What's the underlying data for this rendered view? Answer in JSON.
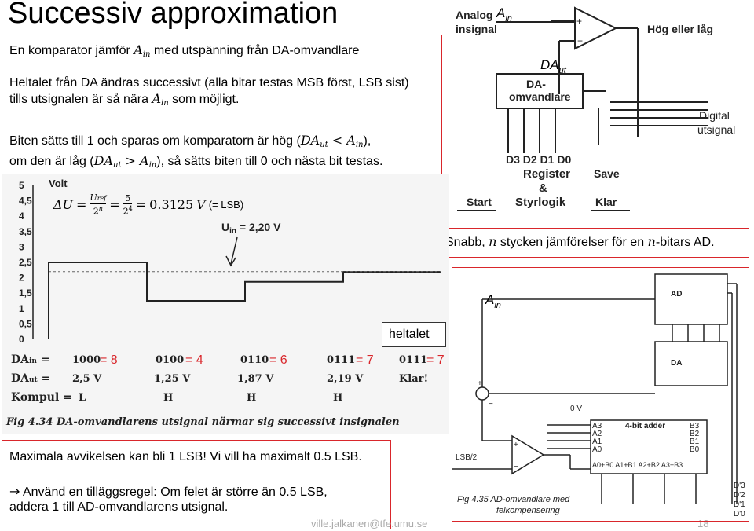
{
  "slide": {
    "title": "Successiv approximation",
    "intro_box": {
      "line1_pre": "En komparator jämför ",
      "line1_sym": "A",
      "line1_sub": "in",
      "line1_post": " med utspänning från DA-omvandlare",
      "para2_a": "Heltalet från DA ändras successivt (alla bitar testas MSB först, LSB sist)",
      "para2_b_pre": "tills utsignalen är så nära ",
      "para2_b_sym": "A",
      "para2_b_sub": "in",
      "para2_b_post": " som möjligt.",
      "para3_a_pre": "Biten sätts till 1 och sparas om komparatorn är hög (",
      "para3_a_sym1": "DA",
      "para3_a_sub1": "ut",
      "para3_a_op": " < ",
      "para3_a_sym2": "A",
      "para3_a_sub2": "in",
      "para3_a_post": "),",
      "para3_b_pre": "om den är låg (",
      "para3_b_sym1": "DA",
      "para3_b_sub1": "ut",
      "para3_b_op": " > ",
      "para3_b_sym2": "A",
      "para3_b_sub2": "in",
      "para3_b_post": "), så sätts biten till 0 och nästa bit testas."
    },
    "delta_formula": {
      "lhs": "ΔU",
      "eq1": "=",
      "num1": "U",
      "num1_sub": "ref",
      "den1": "2",
      "den1_sup": "n",
      "eq2": "=",
      "num2": "5",
      "den2": "2",
      "den2_sup": "4",
      "eq3": "=",
      "value": "0.3125",
      "unit": "V",
      "note": "(= LSB)"
    },
    "sar_diagram": {
      "analog_label_1": "Analog",
      "analog_label_2": "insignal",
      "ain_sym": "A",
      "ain_sub": "in",
      "high_low": "Hög eller låg",
      "daut_sym": "DA",
      "daut_sub": "ut",
      "dac_label_1": "DA-",
      "dac_label_2": "omvandlare",
      "digital_1": "Digital",
      "digital_2": "utsignal",
      "bits": "D3 D2 D1 D0",
      "register_1": "Register",
      "register_2": "&",
      "register_3": "Styrlogik",
      "save": "Save",
      "start": "Start",
      "klar": "Klar",
      "plus": "+",
      "minus": "−"
    },
    "snabb_box": {
      "pre": "Snabb, ",
      "n1": "n",
      "mid": " stycken jämförelser för en ",
      "n2": "n",
      "post": "-bitars AD."
    },
    "graph": {
      "volt_label": "Volt",
      "y_ticks": [
        "5",
        "4,5",
        "4",
        "3,5",
        "3",
        "2,5",
        "2",
        "1,5",
        "1",
        "0,5",
        "0"
      ],
      "uin_label": "U",
      "uin_sub": "in",
      "uin_value": " = 2,20 V",
      "row_labels": [
        "DA",
        "DA",
        "Kompul"
      ],
      "row_label_subs": [
        "in",
        "ut",
        ""
      ],
      "codes": [
        "1000",
        "0100",
        "0110",
        "0111",
        "0111"
      ],
      "voltages": [
        "2,5 V",
        "1,25 V",
        "1,87 V",
        "2,19 V",
        "Klar!"
      ],
      "kompout": [
        "L",
        "H",
        "H",
        "H"
      ],
      "eq_labels": [
        "= 8",
        "= 4",
        "= 6",
        "= 7",
        "= 7"
      ],
      "heltalet": "heltalet",
      "caption": "Fig 4.34  DA-omvandlarens utsignal närmar sig successivt insignalen",
      "chart_data": {
        "type": "line",
        "title": "",
        "xlabel": "",
        "ylabel": "Volt",
        "ylim": [
          0,
          5
        ],
        "x": [
          1,
          2,
          3,
          4
        ],
        "series": [
          {
            "values": [
              2.5,
              1.25,
              1.87,
              2.19
            ]
          },
          {
            "values": [
              2.2,
              2.2,
              2.2,
              2.2
            ]
          }
        ]
      }
    },
    "lower_box": {
      "line1": "Maximala avvikelsen kan bli 1 LSB! Vi vill ha maximalt 0.5 LSB.",
      "arrow": "→",
      "line2": " Använd en tilläggsregel: Om felet är större än 0.5 LSB,",
      "line3": "addera 1 till AD-omvandlarens utsignal."
    },
    "footer_email": "ville.jalkanen@tfe.umu.se",
    "page_number": "18",
    "adder_diagram": {
      "ain_sym": "A",
      "ain_sub": "in",
      "ad_label": "AD",
      "da_label": "DA",
      "zero_v": "0 V",
      "adder_title": "4-bit adder",
      "a_inputs": [
        "A3",
        "A2",
        "A1",
        "A0"
      ],
      "b_inputs": [
        "B3",
        "B2",
        "B1",
        "B0"
      ],
      "sums": "A0+B0  A1+B1  A2+B2  A3+B3",
      "lsb2": "LSB/2",
      "outputs": [
        "D'3",
        "D'2",
        "D'1",
        "D'0"
      ],
      "caption_1": "Fig 4.35  AD-omvandlare med",
      "caption_2": "felkompensering",
      "plus": "+",
      "minus": "−"
    }
  }
}
